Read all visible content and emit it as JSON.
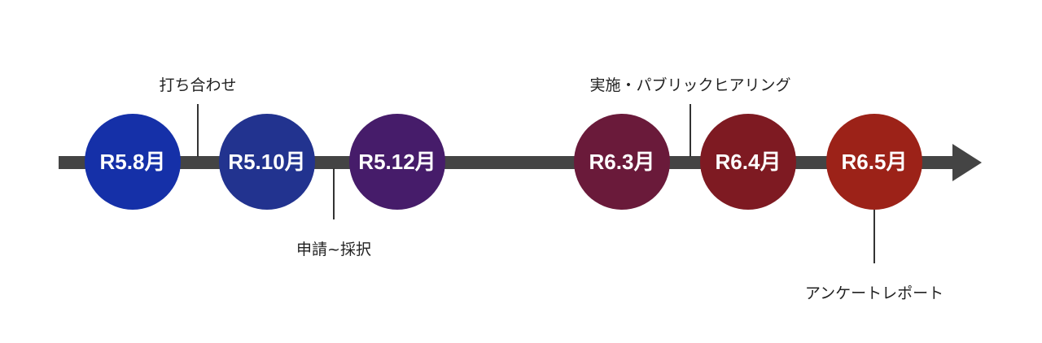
{
  "milestones": [
    {
      "label": "R5.8月",
      "color": "#1530a8"
    },
    {
      "label": "R5.10月",
      "color": "#22338f"
    },
    {
      "label": "R5.12月",
      "color": "#461c6a"
    },
    {
      "label": "R6.3月",
      "color": "#6a1a3a"
    },
    {
      "label": "R6.4月",
      "color": "#7e1a22"
    },
    {
      "label": "R6.5月",
      "color": "#9c2218"
    }
  ],
  "events": {
    "meeting": "打ち合わせ",
    "apply": "申請~採択",
    "hearing": "実施・パブリックヒアリング",
    "report": "アンケートレポート"
  },
  "colors": {
    "axis": "#444444",
    "connector": "#333333"
  }
}
